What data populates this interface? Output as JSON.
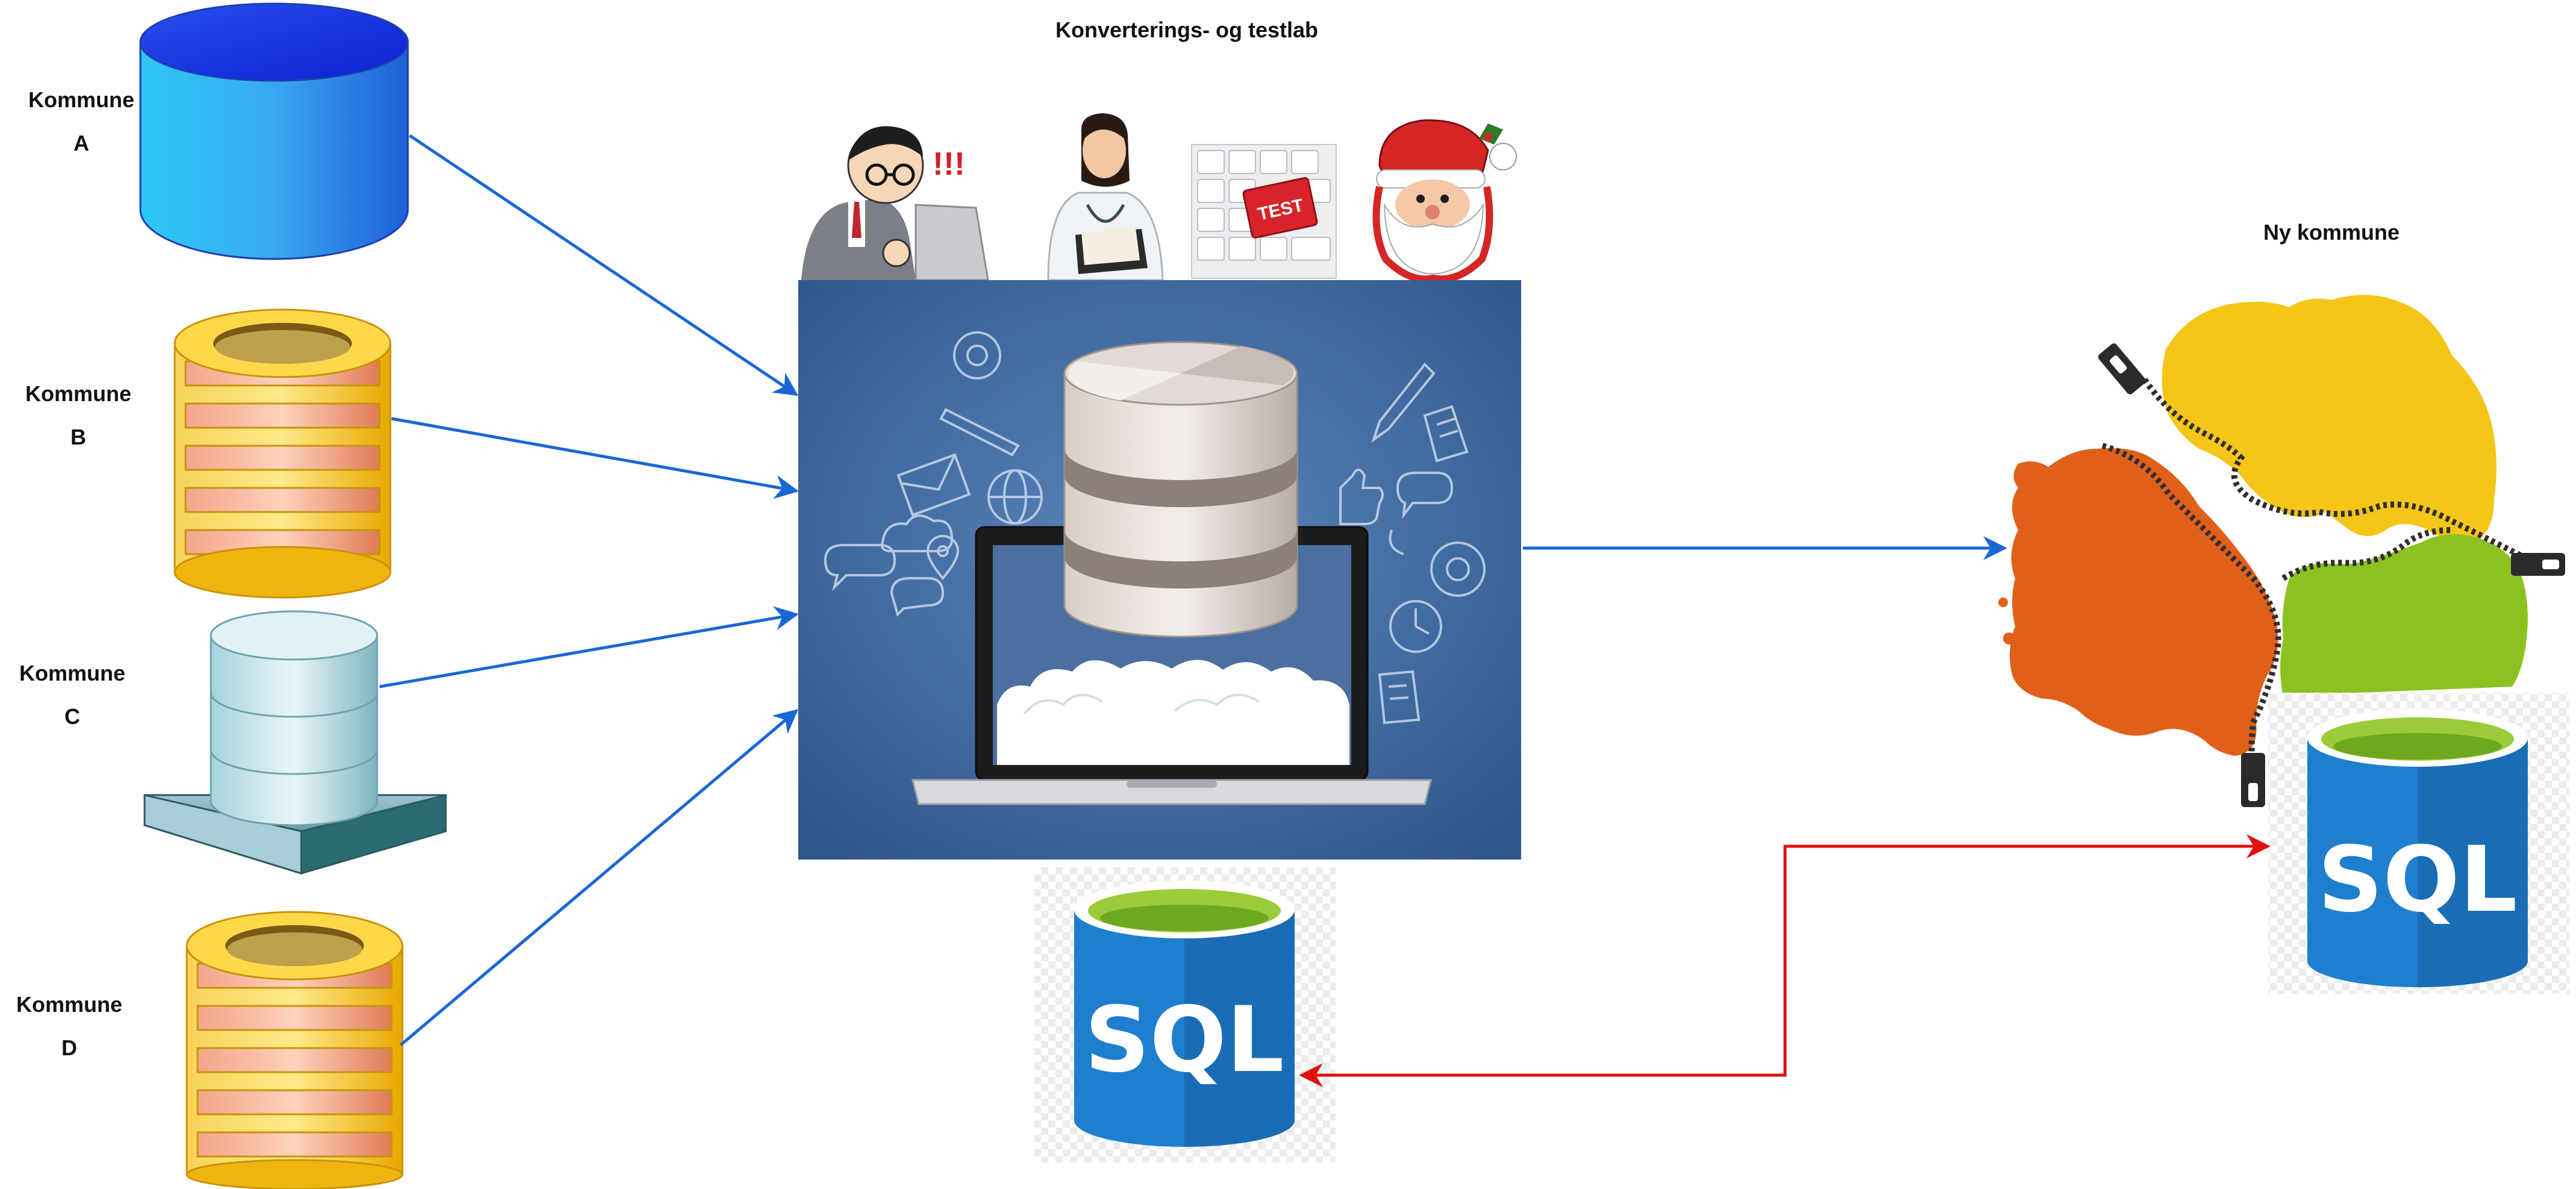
{
  "diagram": {
    "title": "Konverterings- og testlab",
    "target_title": "Ny kommune",
    "sources": [
      {
        "line1": "Kommune",
        "line2": "A",
        "icon": "blue-cylinder-database-icon"
      },
      {
        "line1": "Kommune",
        "line2": "B",
        "icon": "gold-disk-stack-database-icon"
      },
      {
        "line1": "Kommune",
        "line2": "C",
        "icon": "glass-database-on-base-icon"
      },
      {
        "line1": "Kommune",
        "line2": "D",
        "icon": "gold-disk-stack-database-icon"
      }
    ],
    "lab_people": [
      "worried-programmer-icon",
      "doctor-with-clipboard-icon",
      "keyboard-test-key-icon",
      "santa-claus-icon"
    ],
    "test_key_label": "TEST",
    "sql_label": "SQL",
    "colors": {
      "arrow_blue": "#1a66d6",
      "arrow_red": "#e01010",
      "lab_bg": "#3a5f92",
      "sql_blue": "#1f7fcf",
      "sql_green": "#7dbb1e",
      "map_yellow": "#f5c518",
      "map_orange": "#e0601a",
      "map_green": "#8cc21f"
    }
  }
}
